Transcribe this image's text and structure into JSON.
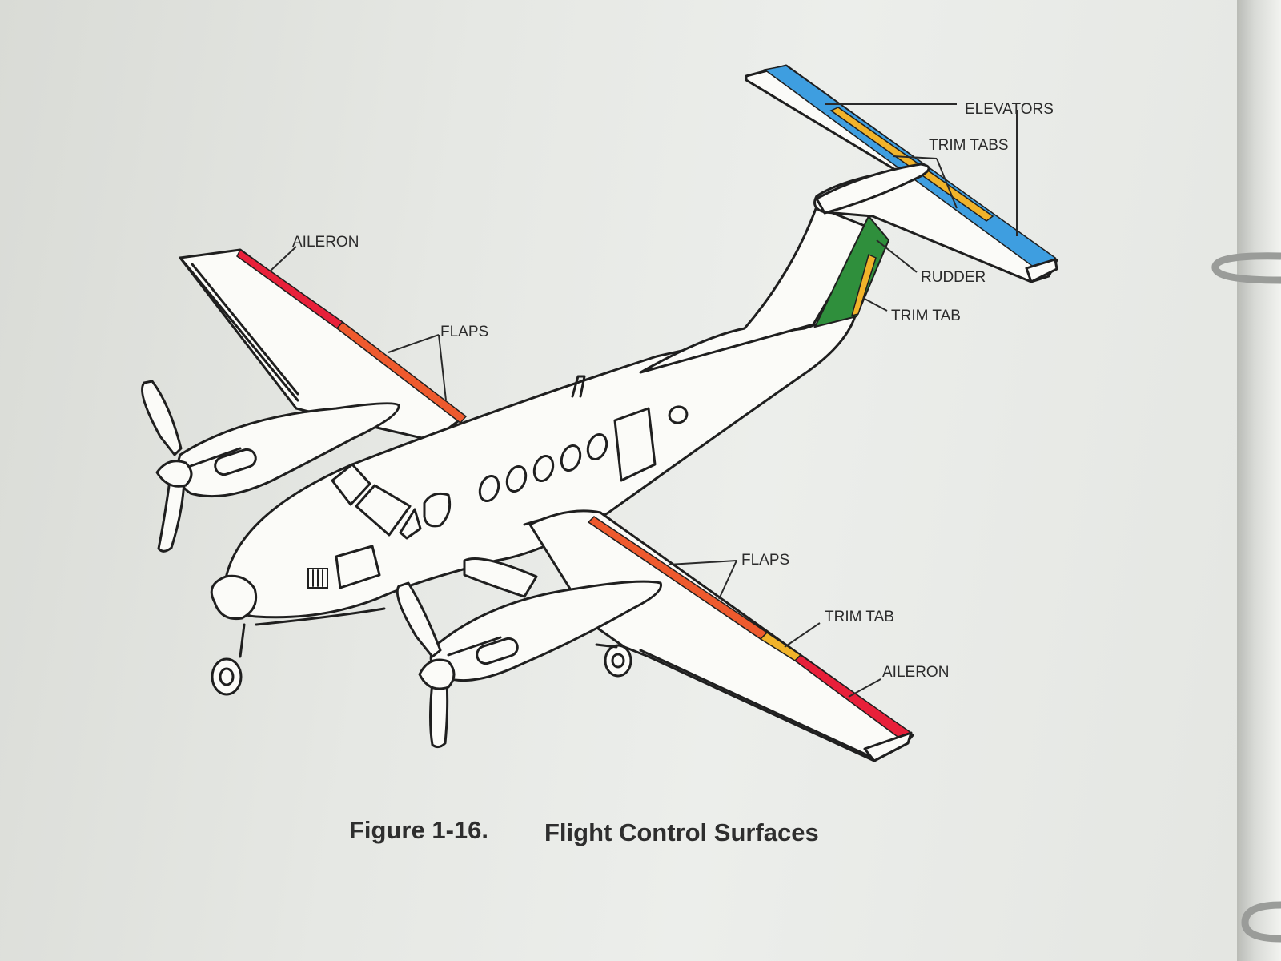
{
  "labels": {
    "elevators": "ELEVATORS",
    "trim_tabs_elevator": "TRIM TABS",
    "rudder": "RUDDER",
    "trim_tab_rudder": "TRIM TAB",
    "aileron_left": "AILERON",
    "flaps_left": "FLAPS",
    "flaps_right": "FLAPS",
    "trim_tab_aileron": "TRIM TAB",
    "aileron_right": "AILERON"
  },
  "caption": {
    "number": "Figure 1-16.",
    "title": "Flight Control Surfaces"
  },
  "colors": {
    "aileron": "#e8203a",
    "flaps": "#ee5a2e",
    "elevator": "#3e9ee0",
    "rudder": "#2f8f3c",
    "trim_tab": "#f1b32a"
  }
}
